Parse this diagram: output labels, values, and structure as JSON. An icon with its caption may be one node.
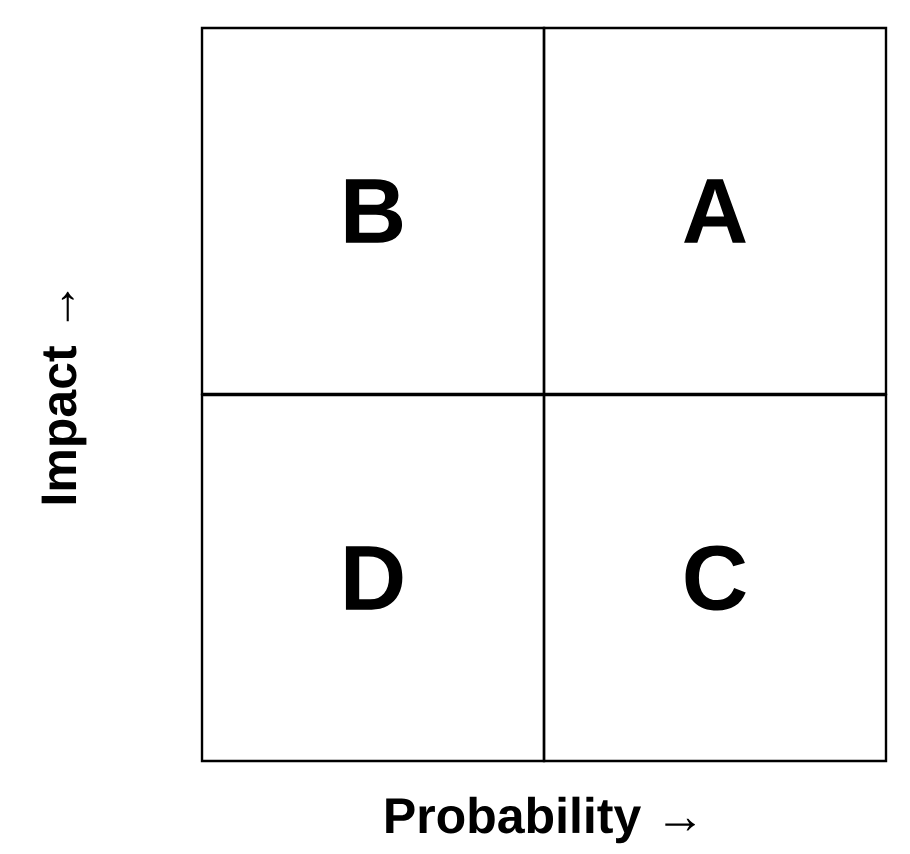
{
  "diagram": {
    "nodes": [
      {
        "text": [
          "B"
        ]
      },
      {
        "text": [
          "A"
        ]
      },
      {
        "text": [
          "D"
        ]
      },
      {
        "text": [
          "C"
        ]
      }
    ],
    "edges": [],
    "labels": [
      "Impact →",
      "Probability →"
    ]
  }
}
